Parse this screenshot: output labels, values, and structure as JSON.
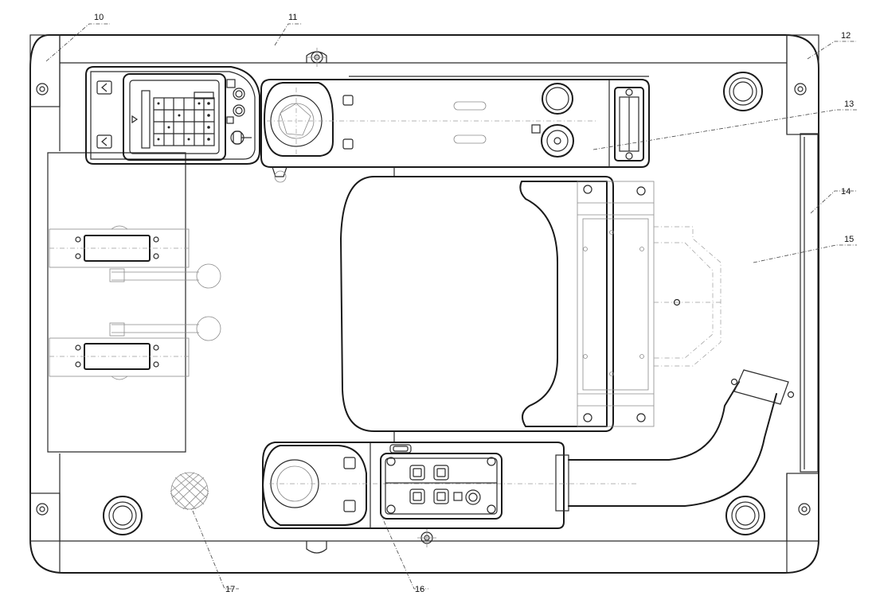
{
  "callouts": [
    "10",
    "11",
    "12",
    "13",
    "14",
    "15",
    "16",
    "17"
  ]
}
